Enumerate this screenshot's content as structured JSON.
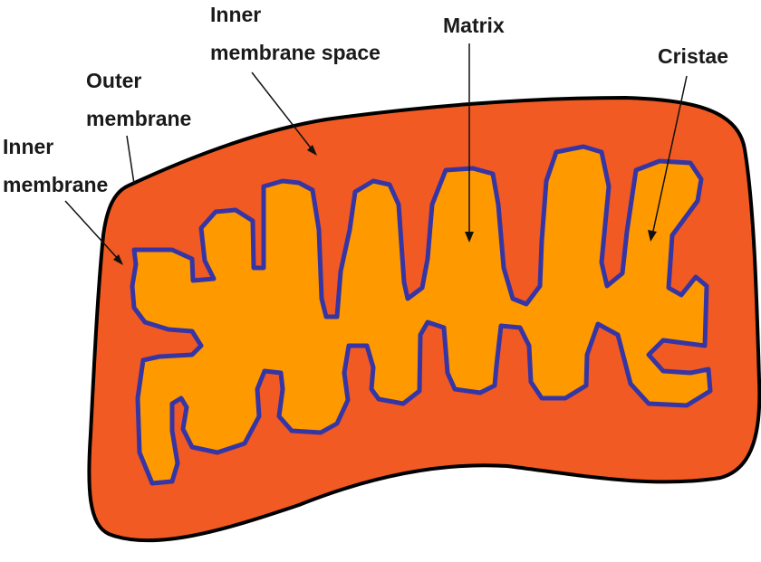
{
  "colors": {
    "outer_fill": "#F15A22",
    "matrix_fill": "#FF9900",
    "inner_membrane_stroke": "#3535A5",
    "outer_membrane_stroke": "#000000",
    "label_color": "#1A1A1A"
  },
  "labels": {
    "inner_membrane": [
      "Inner",
      "membrane"
    ],
    "outer_membrane": [
      "Outer",
      "membrane"
    ],
    "inner_membrane_space": [
      "Inner",
      "membrane space"
    ],
    "matrix": "Matrix",
    "cristae": "Cristae"
  }
}
